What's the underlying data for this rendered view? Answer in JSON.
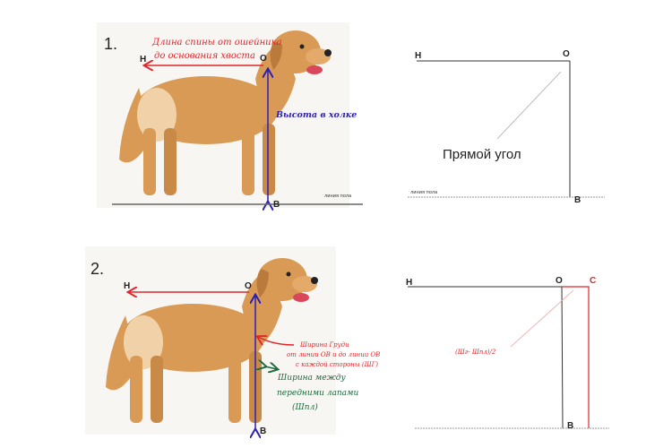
{
  "colors": {
    "red": "#e0262b",
    "blue": "#2a1fb0",
    "green": "#1a6b3a",
    "dog": "#d99a55",
    "dog_light": "#f1d2a8"
  },
  "panel1": {
    "number": "1.",
    "back_length_line1": "Длина спины от ошейника",
    "back_length_line2": "до основания хвоста",
    "height_label": "Высота в холке",
    "floor_label": "линия пола",
    "point_h": "Н",
    "point_o": "О",
    "point_b": "В"
  },
  "diagram1": {
    "point_h": "Н",
    "point_o": "О",
    "point_b": "В",
    "floor_label": "линия пола",
    "right_angle_label": "Прямой угол"
  },
  "panel2": {
    "number": "2.",
    "point_h": "Н",
    "point_o": "О",
    "point_b": "В",
    "chest_line1": "Ширина Груди",
    "chest_line2": "от линии ОВ и до линии ОВ",
    "chest_line3": "с каждой стороны (ШГ)",
    "paws_line1": "Ширина между",
    "paws_line2": "передними лапами",
    "paws_line3": "(Шпл)"
  },
  "diagram2": {
    "point_h": "Н",
    "point_o": "О",
    "point_c": "С",
    "point_b": "В",
    "formula": "(Шг- Шпл)/2"
  }
}
